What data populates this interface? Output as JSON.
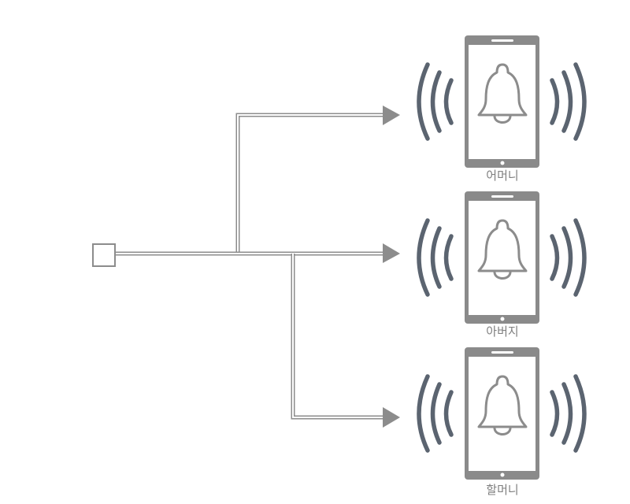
{
  "diagram": {
    "source": {
      "icon": "square-node-icon"
    },
    "connector": {
      "icon": "double-line-arrow-icon"
    },
    "phones": [
      {
        "label": "어머니",
        "icon": "bell-icon",
        "wave_icon": "vibration-waves-icon"
      },
      {
        "label": "아버지",
        "icon": "bell-icon",
        "wave_icon": "vibration-waves-icon"
      },
      {
        "label": "할머니",
        "icon": "bell-icon",
        "wave_icon": "vibration-waves-icon"
      }
    ],
    "colors": {
      "line": "#8c8c8c",
      "phone": "#8a8a8a",
      "bell": "#8c8c8c",
      "waves": "#5b6470",
      "label": "#7f7f7f"
    }
  }
}
